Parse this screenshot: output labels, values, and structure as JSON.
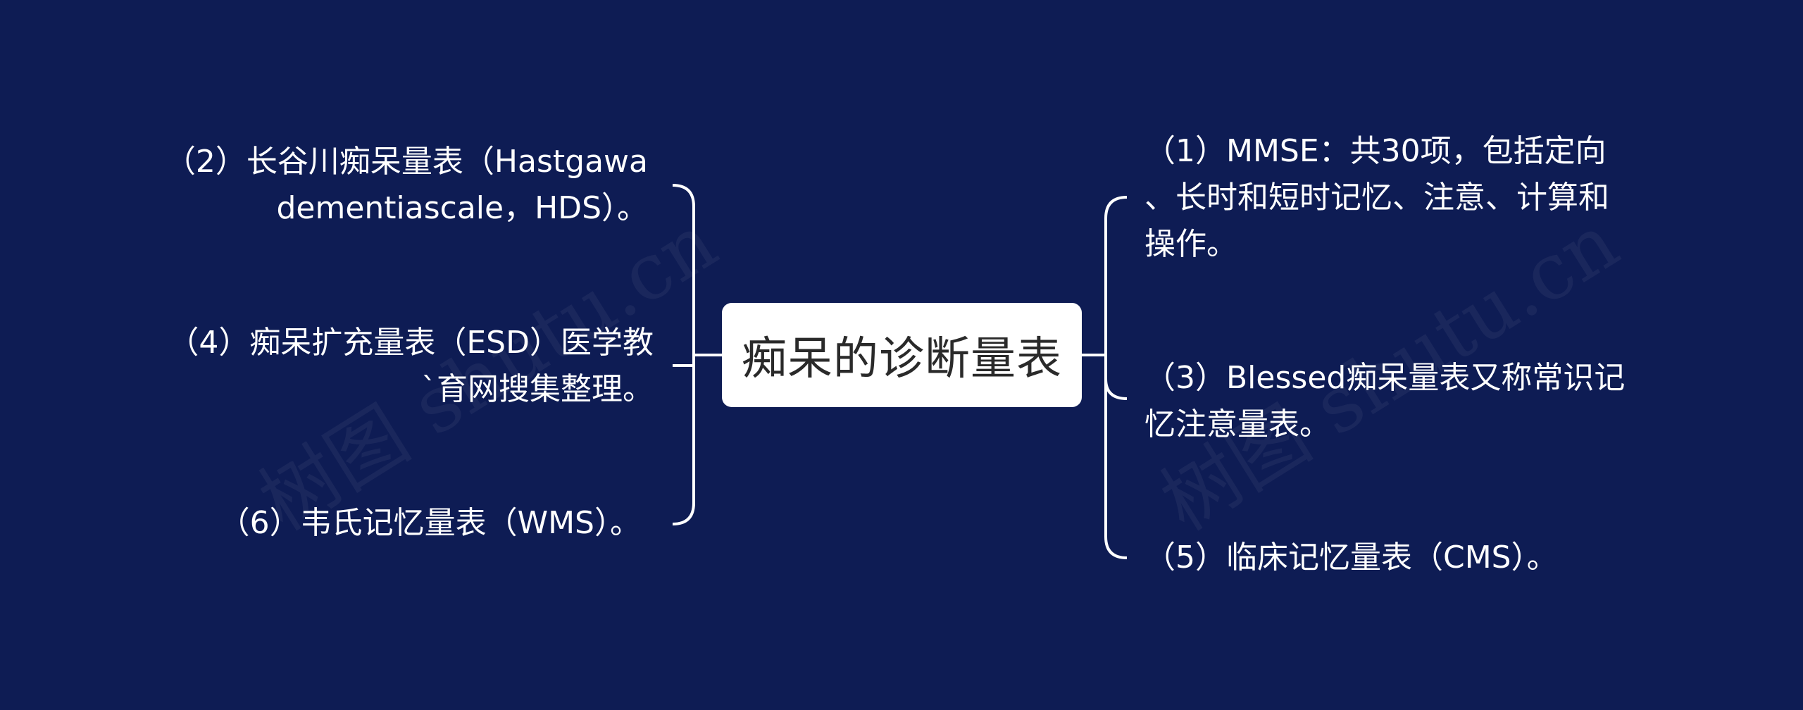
{
  "center": {
    "label": "痴呆的诊断量表"
  },
  "left_branches": [
    {
      "text": "（2）长谷川痴呆量表（Hastgawa\ndementiascale，HDS）。"
    },
    {
      "text": "（4）痴呆扩充量表（ESD）医学教\n`育网搜集整理。"
    },
    {
      "text": "（6）韦氏记忆量表（WMS）。"
    }
  ],
  "right_branches": [
    {
      "text": "（1）MMSE：共30项，包括定向\n、长时和短时记忆、注意、计算和\n操作。"
    },
    {
      "text": "（3）Blessed痴呆量表又称常识记\n忆注意量表。"
    },
    {
      "text": "（5）临床记忆量表（CMS）。"
    }
  ],
  "watermarks": [
    "树图 shutu.cn",
    "树图 shutu.cn"
  ],
  "colors": {
    "background": "#0e1c54",
    "center_fill": "#ffffff",
    "line": "#ffffff",
    "text": "#ffffff"
  }
}
